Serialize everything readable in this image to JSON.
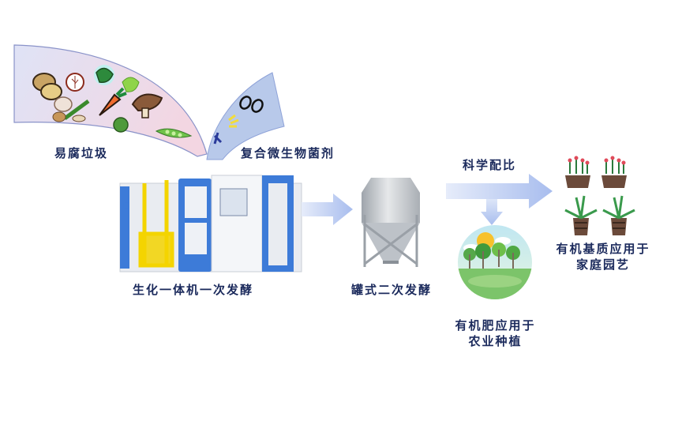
{
  "diagram": {
    "inputs": {
      "food_waste_label": "易腐垃圾",
      "microbe_label": "复合微生物菌剂"
    },
    "steps": [
      {
        "label": "生化一体机一次发酵"
      },
      {
        "label": "罐式二次发酵"
      }
    ],
    "branch_label": "科学配比",
    "outputs": [
      {
        "line1": "有机肥应用于",
        "line2": "农业种植"
      },
      {
        "line1": "有机基质应用于",
        "line2": "家庭园艺"
      }
    ],
    "colors": {
      "text": "#1b2a5c",
      "arrow": "#b9c8ee",
      "waste_band": "#e4e4f4",
      "microbe_band": "#b8c9ea",
      "machine_blue": "#3d7bd8",
      "machine_yellow": "#f3d400"
    },
    "icons": [
      "potato-icon",
      "onion-icon",
      "leaf-icon",
      "cabbage-icon",
      "garlic-icon",
      "carrot-icon",
      "mushroom-icon",
      "broccoli-icon",
      "pea-pod-icon",
      "bacteria-icon",
      "machine-icon",
      "silo-icon",
      "landscape-icon",
      "flower-pot-icon",
      "grass-pot-icon"
    ]
  }
}
